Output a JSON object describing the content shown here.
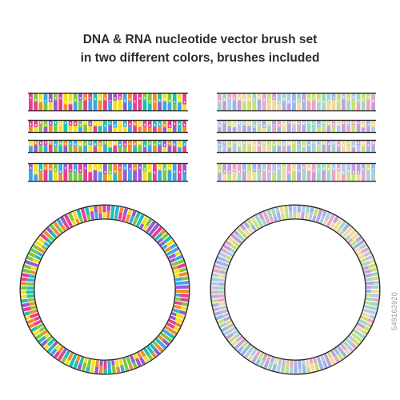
{
  "title": {
    "line1": "DNA & RNA nucleotide vector brush set",
    "line2": "in two different colors, brushes included"
  },
  "side_text": "549163920",
  "colors": {
    "bright": [
      "#f4e01a",
      "#7ac943",
      "#3da7e8",
      "#e83f8f",
      "#9b59d0",
      "#1fbfb1",
      "#f58b2a"
    ],
    "pastel": [
      "#c8e07a",
      "#9fd8c5",
      "#9fb5e6",
      "#e7a7c8",
      "#c2a0d8",
      "#f3d9a0",
      "#b7c9e8"
    ],
    "backbone": "#2b2b2b",
    "title_text": "#2a2f33"
  },
  "brush_sets": [
    {
      "name": "bright",
      "strands": 4,
      "ring": 1
    },
    {
      "name": "pastel",
      "strands": 4,
      "ring": 1
    }
  ]
}
